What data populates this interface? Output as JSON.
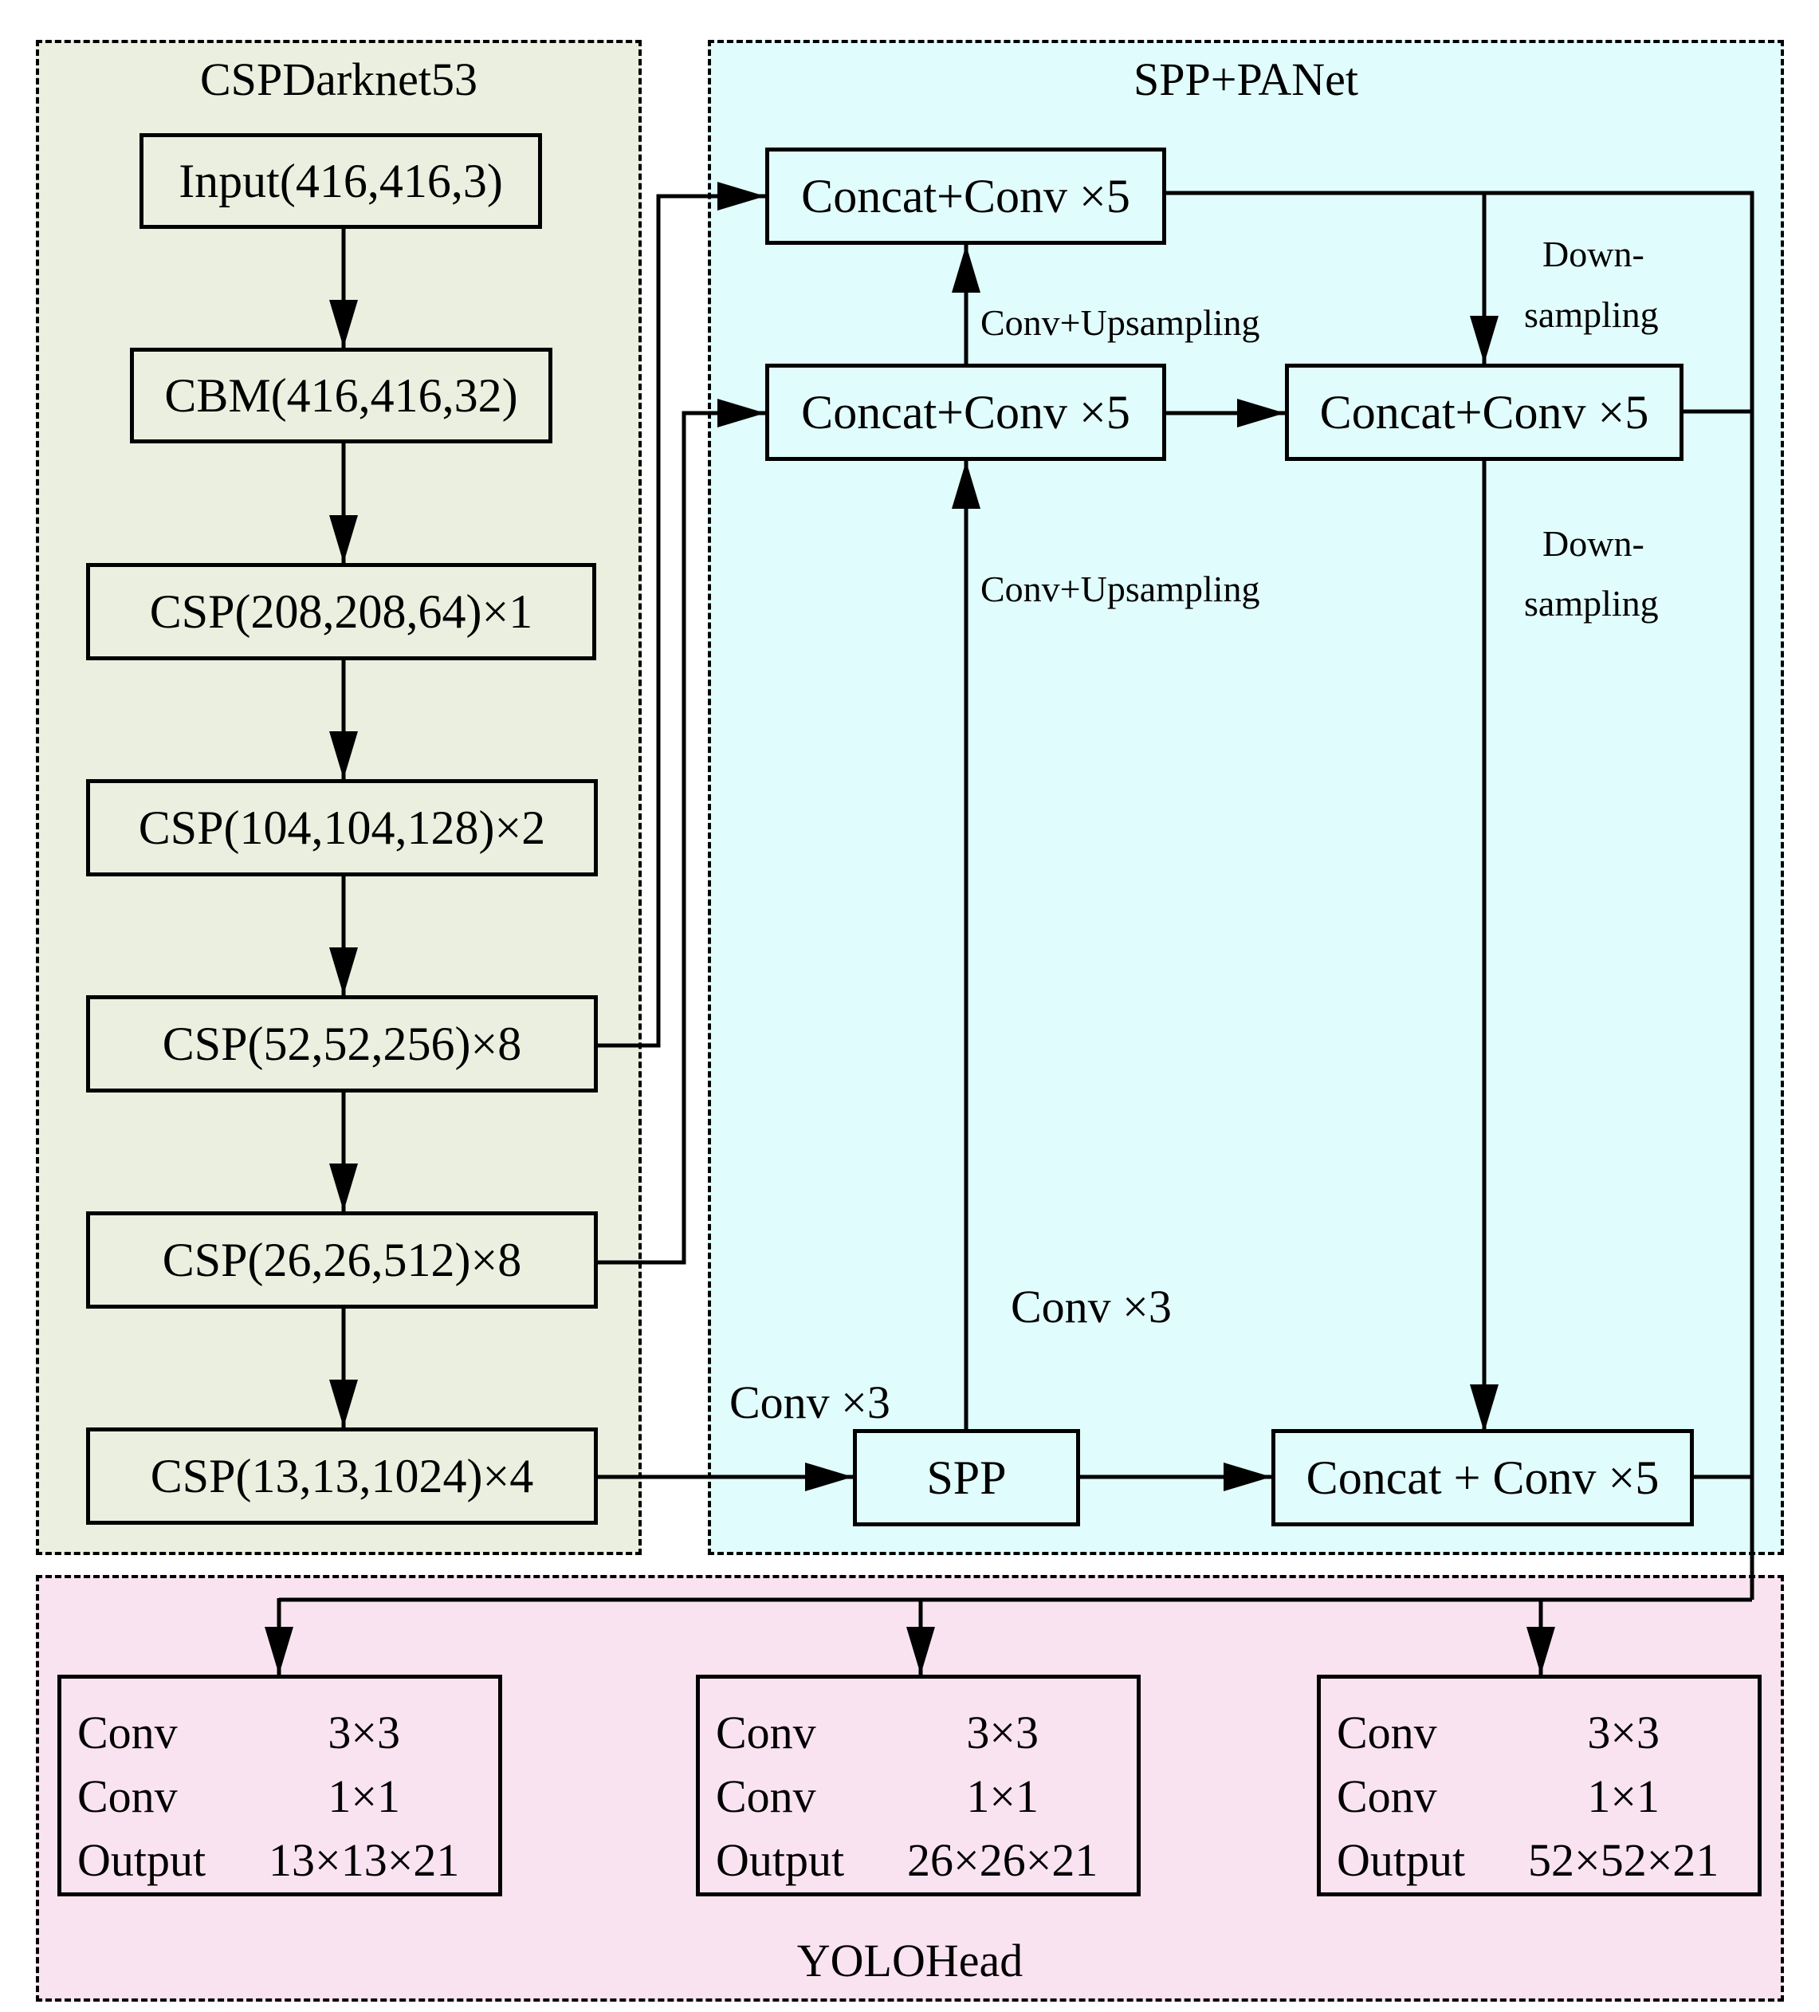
{
  "backbone": {
    "title": "CSPDarknet53",
    "blocks": [
      "Input(416,416,3)",
      "CBM(416,416,32)",
      "CSP(208,208,64)×1",
      "CSP(104,104,128)×2",
      "CSP(52,52,256)×8",
      "CSP(26,26,512)×8",
      "CSP(13,13,1024)×4"
    ]
  },
  "neck": {
    "title": "SPP+PANet",
    "top_left": "Concat+Conv ×5",
    "mid_left": "Concat+Conv ×5",
    "mid_right": "Concat+Conv ×5",
    "spp": "SPP",
    "bottom_right": "Concat + Conv ×5",
    "labels": {
      "upsample_1": "Conv+Upsampling",
      "upsample_2": "Conv+Upsampling",
      "downsample_1_a": "Down-",
      "downsample_1_b": "sampling",
      "downsample_2_a": "Down-",
      "downsample_2_b": "sampling",
      "conv3_a": "Conv ×3",
      "conv3_b": "Conv ×3"
    }
  },
  "head": {
    "title": "YOLOHead",
    "boxes": [
      {
        "rows": [
          [
            "Conv",
            "3×3"
          ],
          [
            "Conv",
            "1×1"
          ],
          [
            "Output",
            "13×13×21"
          ]
        ]
      },
      {
        "rows": [
          [
            "Conv",
            "3×3"
          ],
          [
            "Conv",
            "1×1"
          ],
          [
            "Output",
            "26×26×21"
          ]
        ]
      },
      {
        "rows": [
          [
            "Conv",
            "3×3"
          ],
          [
            "Conv",
            "1×1"
          ],
          [
            "Output",
            "52×52×21"
          ]
        ]
      }
    ]
  }
}
